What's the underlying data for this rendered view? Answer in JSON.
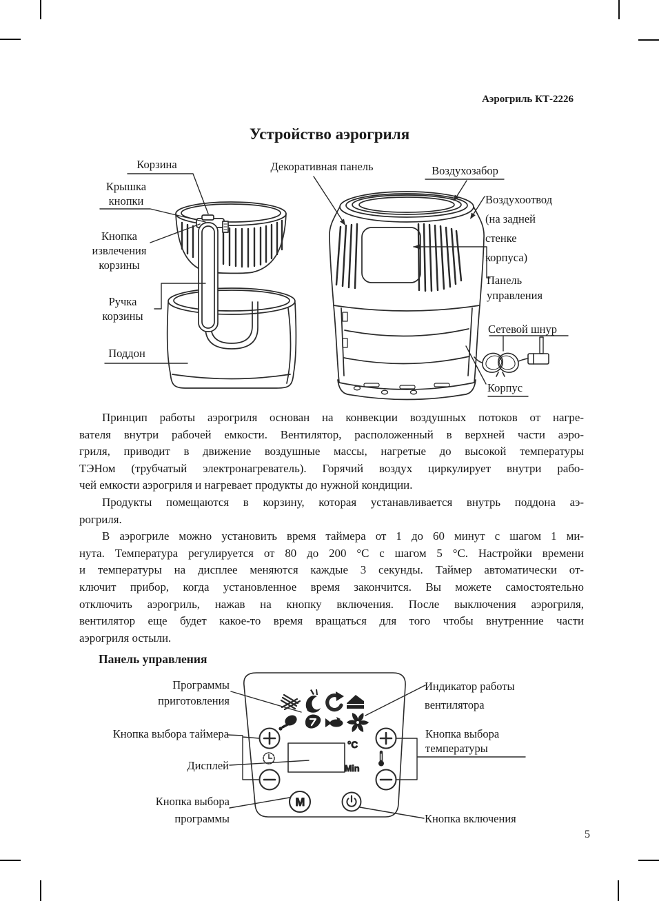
{
  "page": {
    "header": "Аэрогриль КТ-2226",
    "number": "5"
  },
  "title": "Устройство аэрогриля",
  "colors": {
    "paper": "#ffffff",
    "ink": "#1a1a1a",
    "line": "#2b2b2b"
  },
  "device_labels": {
    "korzina": "Корзина",
    "kryshka_1": "Крышка",
    "kryshka_2": "кнопки",
    "izvlech_1": "Кнопка",
    "izvlech_2": "извлечения",
    "izvlech_3": "корзины",
    "ruchka_1": "Ручка",
    "ruchka_2": "корзины",
    "poddon": "Поддон",
    "dekor": "Декоративная панель",
    "zabor": "Воздухозабор",
    "otvod_1": "Воздухоотвод",
    "otvod_2": "(на задней",
    "otvod_3": "стенке",
    "otvod_4": "корпуса)",
    "panel_1": "Панель",
    "panel_2": "управления",
    "shnur": "Сетевой шнур",
    "korpus": "Корпус"
  },
  "body": {
    "p1": [
      "Принцип работы аэрогриля основан на конвекции воздушных потоков от нагре-",
      "вателя внутри рабочей емкости. Вентилятор, расположенный в верхней части аэро-",
      "гриля, приводит в движение воздушные массы, нагретые до высокой температуры",
      "ТЭНом (трубчатый электронагреватель). Горячий воздух циркулирует внутри рабо-",
      "чей емкости аэрогриля и нагревает продукты до нужной кондиции."
    ],
    "p2": [
      "Продукты помещаются в корзину, которая устанавливается внутрь поддона аэ-",
      "рогриля."
    ],
    "p3": [
      "В аэрогриле можно установить время таймера от 1 до 60 минут с шагом 1 ми-",
      "нута. Температура регулируется от 80 до 200 °С с шагом 5 °С. Настройки времени",
      "и температуры на дисплее меняются каждые 3 секунды. Таймер автоматически от-",
      "ключит прибор, когда установленное время закончится. Вы можете самостоятельно",
      "отключить аэрогриль, нажав на кнопку включения. После выключения аэрогриля,",
      "вентилятор еще будет какое-то время вращаться для того чтобы внутренние части",
      "аэрогриля остыли."
    ]
  },
  "section": {
    "heading": "Панель управления"
  },
  "panel_labels": {
    "programmy_1": "Программы",
    "programmy_2": "приготовления",
    "indikator_1": "Индикатор работы",
    "indikator_2": "вентилятора",
    "tajmer": "Кнопка выбора таймера",
    "temp_1": "Кнопка выбора",
    "temp_2": "температуры",
    "displej": "Дисплей",
    "programma_1": "Кнопка выбора",
    "programma_2": "программы",
    "vklyuchenie": "Кнопка включения"
  },
  "panel_text": {
    "celsius": "°C",
    "min": "Min",
    "mode": "M"
  },
  "program_icons": [
    "fries-icon",
    "shrimp-icon",
    "defrost-icon",
    "cake-icon",
    "drumstick-icon",
    "steak-icon",
    "fish-icon"
  ],
  "fan_indicator_icon": "fan-icon"
}
